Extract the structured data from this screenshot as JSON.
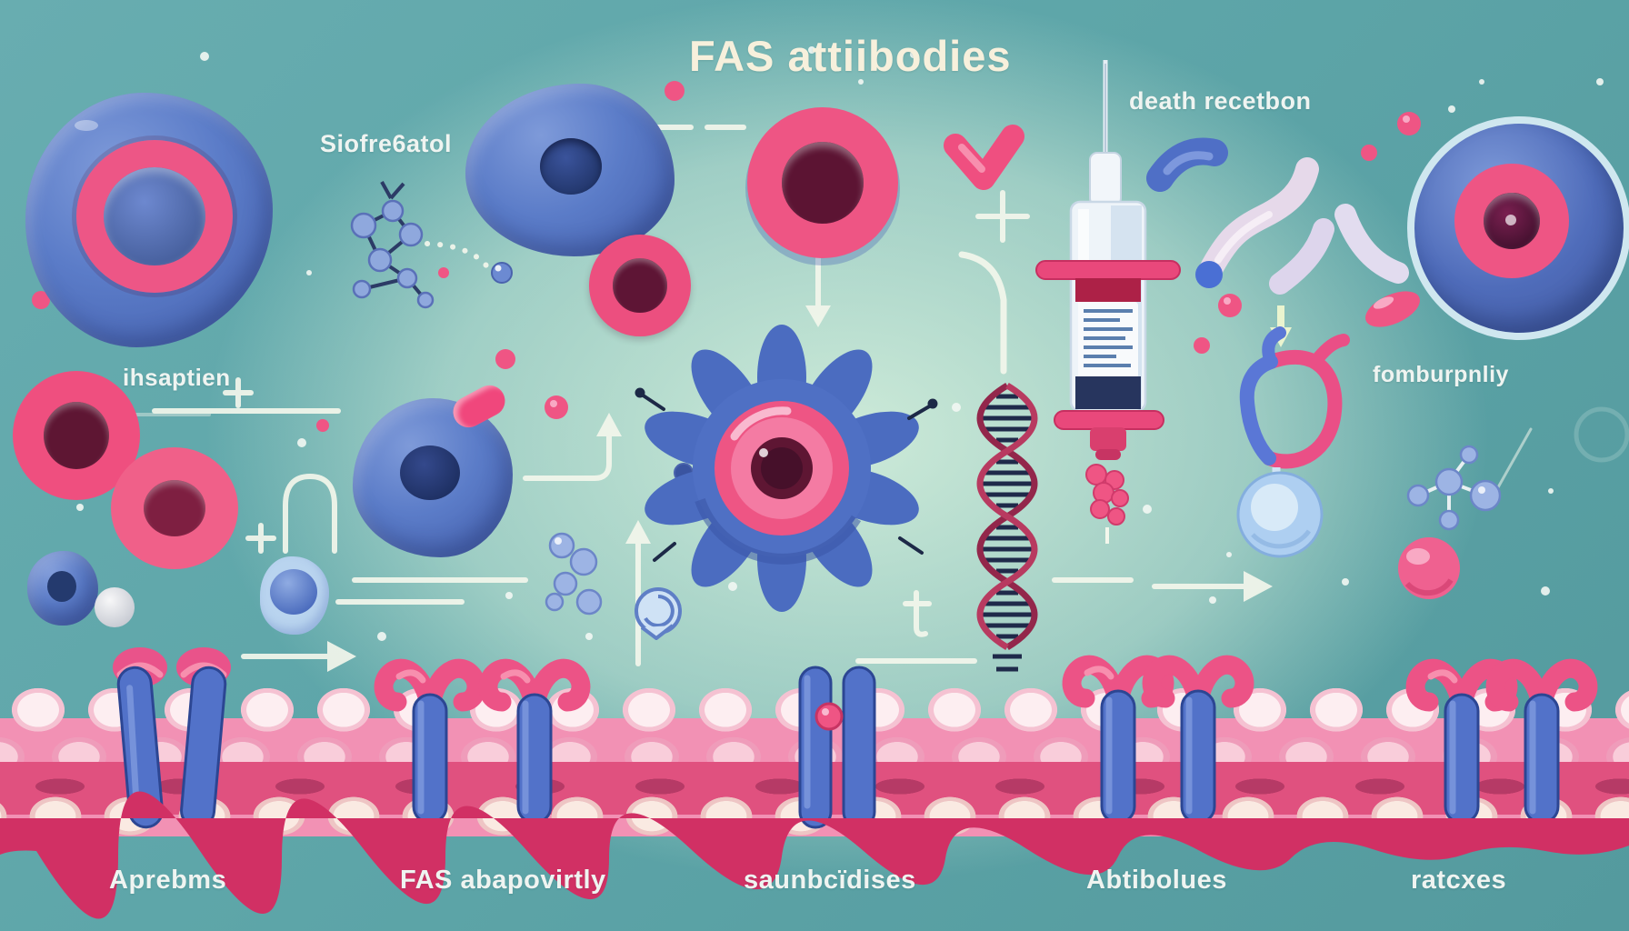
{
  "title": {
    "text": "FAS attiibodies"
  },
  "annotations": {
    "molecule_label": "Siofre6atol",
    "death_receptor_label": "death recetbon",
    "left_label": "ihsaptien",
    "right_label": "fomburpnliy"
  },
  "membrane_labels": [
    {
      "text": "Aprebms"
    },
    {
      "text": "FAS abapovirtly"
    },
    {
      "text": "saunbcïdises"
    },
    {
      "text": "Abtibolues"
    },
    {
      "text": "ratcxes"
    }
  ],
  "colors": {
    "background_teal": "#5ea6a9",
    "center_glow": "#d3eedb",
    "cell_blue": "#5b7cc8",
    "cell_blue_dark": "#2c4693",
    "nucleus_pink": "#ee5584",
    "nucleus_hole": "#5e1633",
    "membrane_pink": "#f291b4",
    "membrane_dark_wave": "#d13064",
    "line_art_white": "#f3f7ec",
    "dna_red": "#b53a5f",
    "dna_rung_navy": "#1f2a4a",
    "syringe_flange_pink": "#e9487b",
    "title_cream": "#f7f0dc"
  }
}
